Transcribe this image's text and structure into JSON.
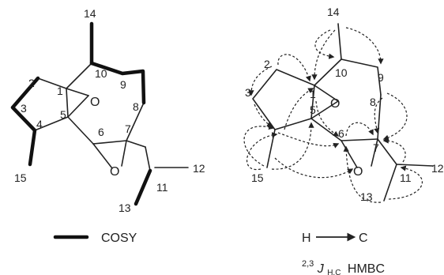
{
  "left_structure": {
    "atoms": [
      "14",
      "10",
      "9",
      "8",
      "1",
      "2",
      "3",
      "5",
      "4",
      "6",
      "7",
      "15",
      "11",
      "12",
      "13"
    ],
    "oxygens": [
      "O",
      "O"
    ]
  },
  "right_structure": {
    "atoms": [
      "14",
      "2",
      "10",
      "9",
      "1",
      "3",
      "5",
      "8",
      "6",
      "7",
      "15",
      "11",
      "12",
      "13"
    ],
    "oxygens": [
      "O",
      "O"
    ]
  },
  "legend": {
    "cosy_label": "COSY",
    "hmbc_from": "H",
    "hmbc_to": "C",
    "hmbc_superscript": "2,3",
    "hmbc_j": "J",
    "hmbc_subscript": "H,C",
    "hmbc_label": "HMBC"
  },
  "colors": {
    "ink": "#222222",
    "background": "#ffffff"
  }
}
